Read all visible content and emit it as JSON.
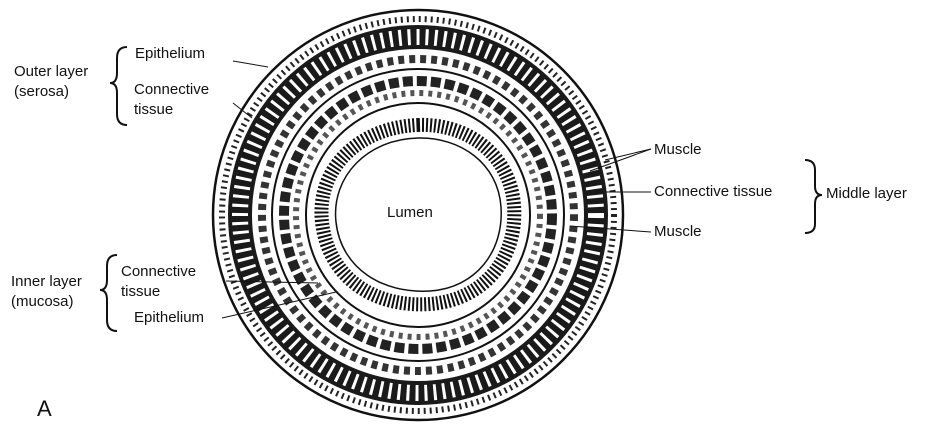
{
  "labels": {
    "outer_layer": [
      "Outer layer",
      "(serosa)"
    ],
    "outer_epithelium": "Epithelium",
    "outer_connective": [
      "Connective",
      "tissue"
    ],
    "muscle_outer": "Muscle",
    "connective_middle": "Connective tissue",
    "muscle_inner": "Muscle",
    "middle_layer": "Middle layer",
    "lumen": "Lumen",
    "inner_layer": [
      "Inner layer",
      "(mucosa)"
    ],
    "inner_connective": [
      "Connective",
      "tissue"
    ],
    "inner_epithelium": "Epithelium",
    "panel_letter": "A"
  },
  "colors": {
    "ink": "#111111",
    "paper": "#ffffff"
  }
}
